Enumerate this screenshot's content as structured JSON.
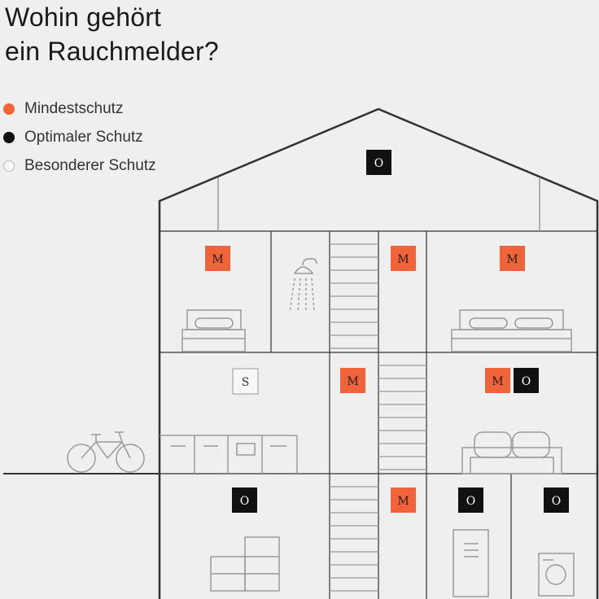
{
  "title": {
    "line1": "Wohin gehört",
    "line2": "ein Rauchmelder?"
  },
  "legend": [
    {
      "label": "Mindestschutz",
      "color": "#f0643c",
      "key": "M"
    },
    {
      "label": "Optimaler Schutz",
      "color": "#111111",
      "key": "O"
    },
    {
      "label": "Besonderer Schutz",
      "color": "#f7f7f7",
      "key": "S"
    }
  ],
  "colors": {
    "line": "#333333",
    "detail": "#9a9a9a",
    "background": "#efefef"
  },
  "detectors": {
    "attic": "O",
    "bedroom_left": "M",
    "hallway_top": "M",
    "bedroom_right": "M",
    "kitchen": "S",
    "hallway_middle": "M",
    "living_room_1": "M",
    "living_room_2": "O",
    "basement_left": "O",
    "hallway_bottom": "M",
    "basement_storage": "O",
    "laundry": "O"
  }
}
